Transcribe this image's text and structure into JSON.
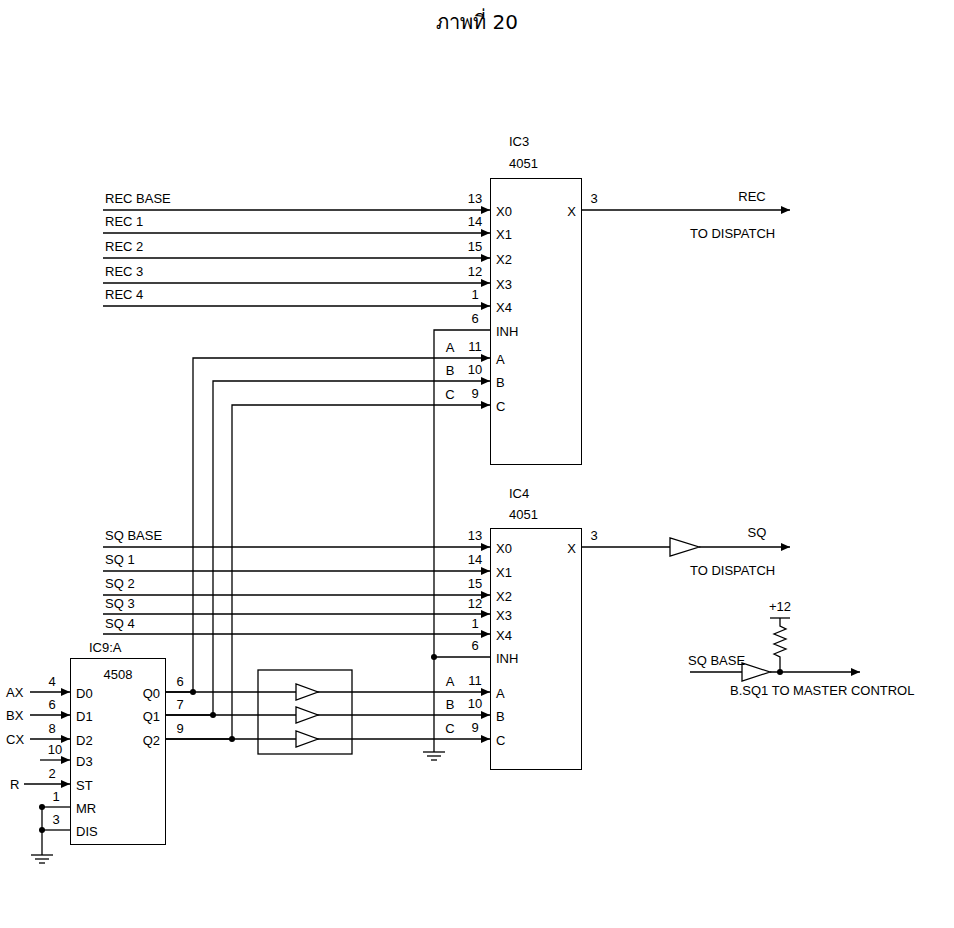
{
  "diagram": {
    "title": "ภาพที่ 20",
    "nodes": [
      {
        "text": [
          "IC3",
          "4051",
          "X0",
          "X1",
          "X2",
          "X3",
          "X4",
          "INH",
          "A",
          "B",
          "C",
          "X"
        ]
      },
      {
        "text": [
          "IC4",
          "4051",
          "X0",
          "X1",
          "X2",
          "X3",
          "X4",
          "INH",
          "A",
          "B",
          "C",
          "X"
        ]
      },
      {
        "text": [
          "IC9:A",
          "4508",
          "D0",
          "D1",
          "D2",
          "D3",
          "ST",
          "MR",
          "DIS",
          "Q0",
          "Q1",
          "Q2"
        ]
      }
    ],
    "edges": [
      {
        "from": 2,
        "to": 0,
        "label": "A",
        "arrow": "to"
      },
      {
        "from": 2,
        "to": 0,
        "label": "B",
        "arrow": "to"
      },
      {
        "from": 2,
        "to": 0,
        "label": "C",
        "arrow": "to"
      },
      {
        "from": 2,
        "to": 1,
        "label": "A",
        "arrow": "to"
      },
      {
        "from": 2,
        "to": 1,
        "label": "B",
        "arrow": "to"
      },
      {
        "from": 2,
        "to": 1,
        "label": "C",
        "arrow": "to"
      }
    ],
    "labels": [
      "REC BASE",
      "REC 1",
      "REC 2",
      "REC 3",
      "REC 4",
      "13",
      "14",
      "15",
      "12",
      "1",
      "6",
      "11",
      "10",
      "9",
      "3",
      "REC",
      "TO DISPATCH",
      "SQ BASE",
      "SQ 1",
      "SQ 2",
      "SQ 3",
      "SQ 4",
      "13",
      "14",
      "15",
      "12",
      "1",
      "6",
      "11",
      "10",
      "9",
      "3",
      "SQ",
      "TO DISPATCH",
      "+12",
      "SQ BASE",
      "B.SQ1 TO MASTER CONTROL",
      "AX",
      "4",
      "BX",
      "6",
      "CX",
      "8",
      "10",
      "R",
      "2",
      "1",
      "3",
      "6",
      "7",
      "9"
    ]
  }
}
